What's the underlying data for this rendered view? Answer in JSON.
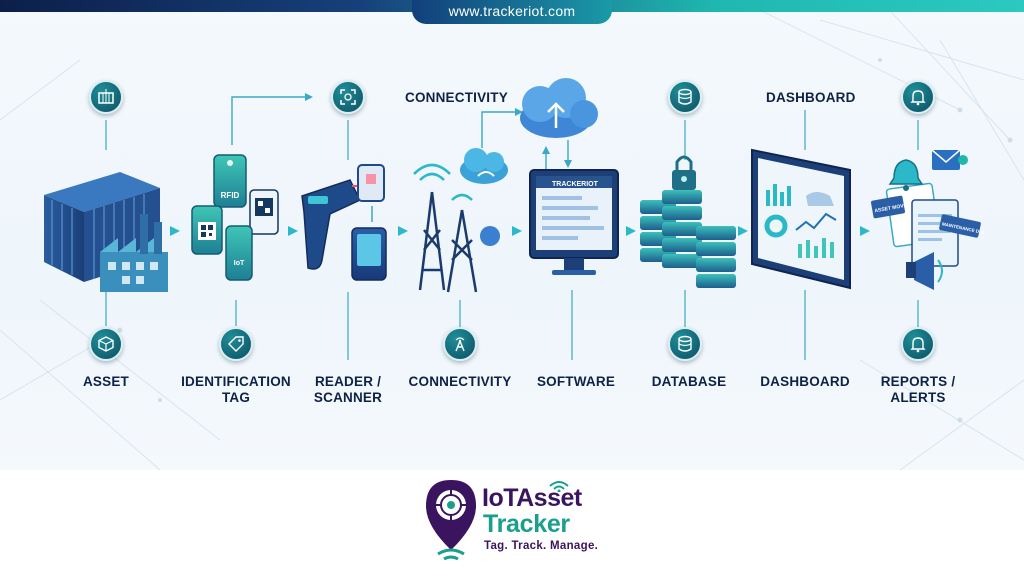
{
  "header": {
    "url": "www.trackeriot.com"
  },
  "stages": [
    {
      "id": "asset",
      "label": "ASSET",
      "icon": "package-icon"
    },
    {
      "id": "tag",
      "label": "IDENTIFICATION TAG",
      "icon": "tag-icon"
    },
    {
      "id": "reader",
      "label": "READER / SCANNER",
      "icon": "scanner-icon"
    },
    {
      "id": "connectivity",
      "label": "CONNECTIVITY",
      "icon": "tower-icon"
    },
    {
      "id": "software",
      "label": "SOFTWARE",
      "icon": "monitor-icon"
    },
    {
      "id": "database",
      "label": "DATABASE",
      "icon": "database-icon"
    },
    {
      "id": "dashboard",
      "label": "DASHBOARD",
      "icon": "chart-icon"
    },
    {
      "id": "reports",
      "label": "REPORTS / ALERTS",
      "icon": "bell-icon"
    }
  ],
  "top_labels": {
    "connectivity": "CONNECTIVITY",
    "dashboard": "DASHBOARD"
  },
  "tag_texts": {
    "rfid": "RFID",
    "iot": "IoT"
  },
  "software_brand": "TRACKERIOT",
  "report_texts": {
    "asset_moved": "ASSET MOVED",
    "maintenance": "MAINTENANCE DUE"
  },
  "brand": {
    "line1": "IoTAsset",
    "line2": "Tracker",
    "tagline": "Tag. Track. Manage."
  },
  "colors": {
    "navy": "#0e2246",
    "teal": "#1a9e8e",
    "purple": "#3a145f",
    "accent": "#2bb8c8"
  }
}
